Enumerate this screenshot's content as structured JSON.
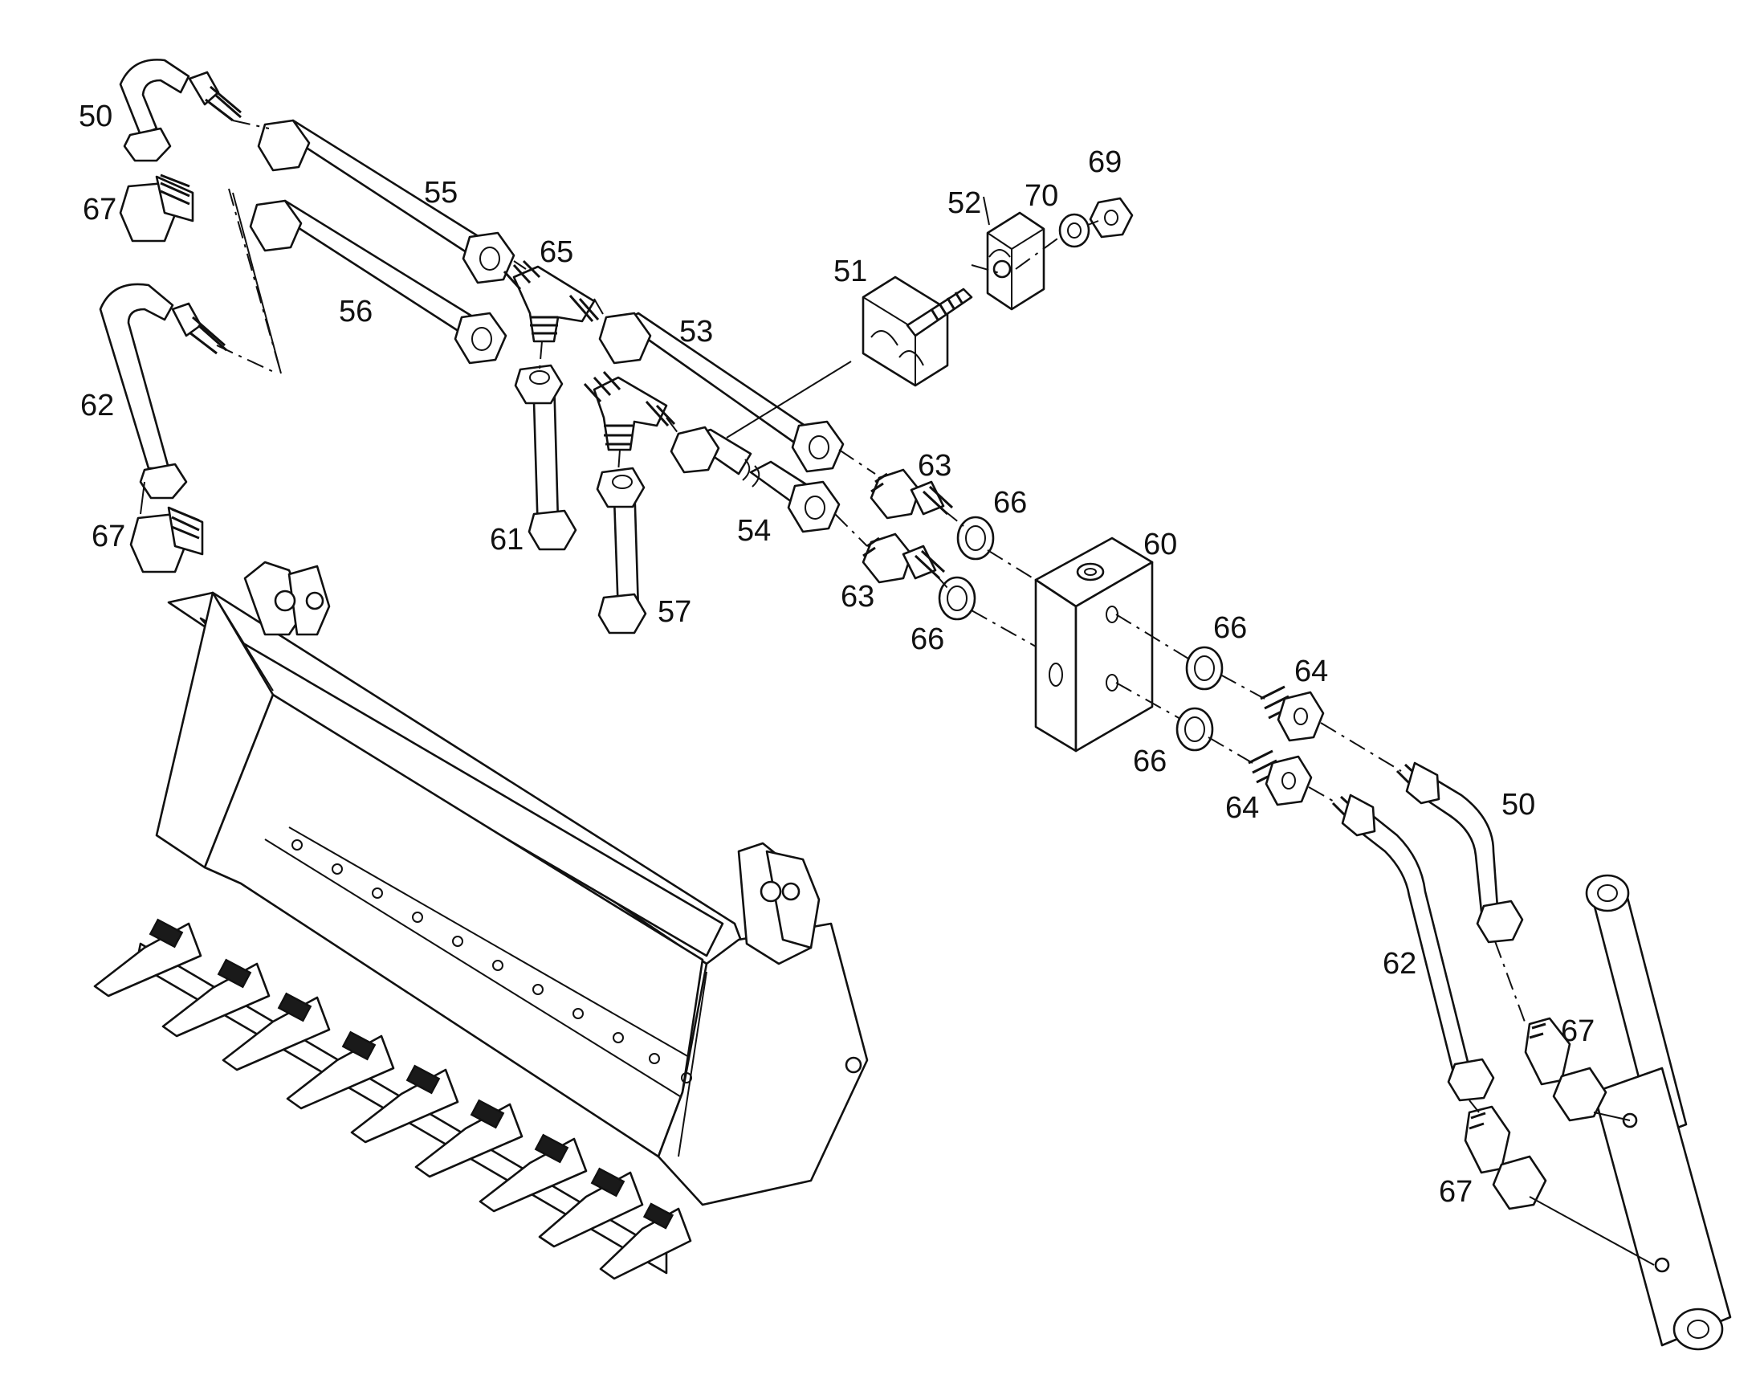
{
  "callouts": {
    "c50a": "50",
    "c50b": "50",
    "c51": "51",
    "c52": "52",
    "c53": "53",
    "c54": "54",
    "c55": "55",
    "c56": "56",
    "c57": "57",
    "c60": "60",
    "c61": "61",
    "c62a": "62",
    "c62b": "62",
    "c63a": "63",
    "c63b": "63",
    "c64a": "64",
    "c64b": "64",
    "c65": "65",
    "c66a": "66",
    "c66b": "66",
    "c66c": "66",
    "c66d": "66",
    "c67a": "67",
    "c67b": "67",
    "c67c": "67",
    "c67d": "67",
    "c69": "69",
    "c70": "70"
  },
  "colors": {
    "ink": "#111111",
    "paper": "#ffffff"
  }
}
